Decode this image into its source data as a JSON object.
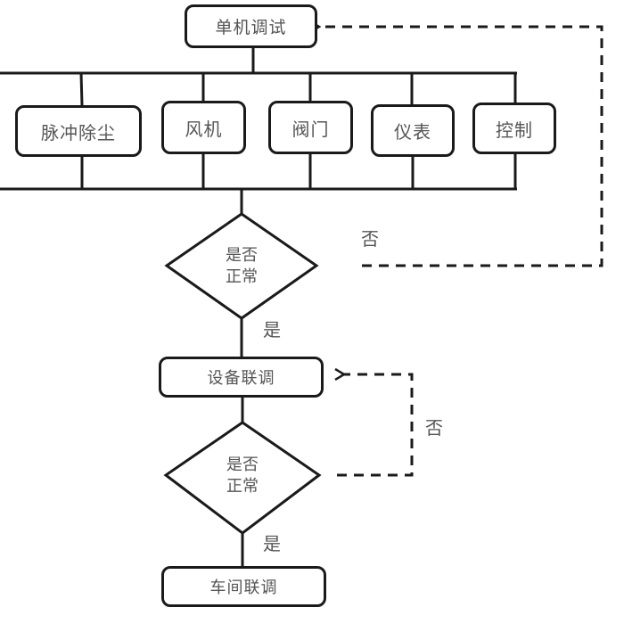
{
  "diagram": {
    "type": "flowchart",
    "nodes": {
      "unit_debug": "单机调试",
      "components": [
        "脉冲除尘",
        "风机",
        "阀门",
        "仪表",
        "控制"
      ],
      "decision1": [
        "是否",
        "正常"
      ],
      "equipment_joint": "设备联调",
      "decision2": [
        "是否",
        "正常"
      ],
      "workshop_joint": "车间联调"
    },
    "edge_labels": {
      "decision1_no": "否",
      "decision1_yes": "是",
      "decision2_no": "否",
      "decision2_yes": "是"
    },
    "colors": {
      "stroke": "#1a1a1a",
      "text": "#555555",
      "background": "#ffffff"
    }
  }
}
